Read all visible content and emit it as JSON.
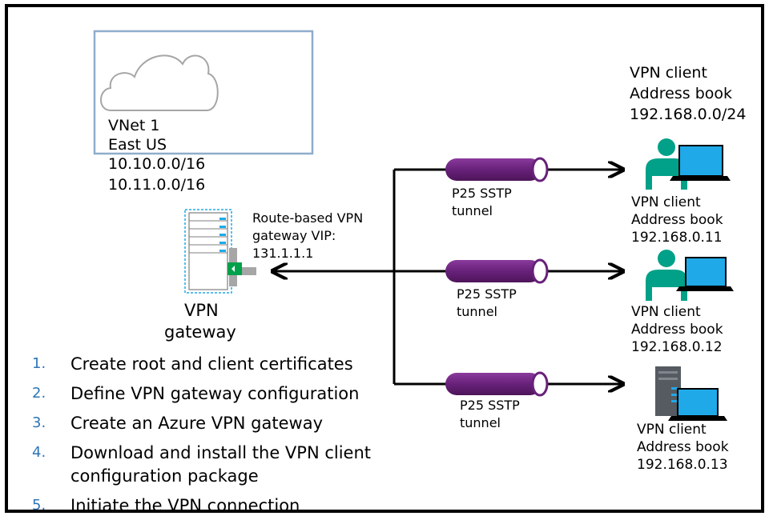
{
  "vnet": {
    "name": "VNet 1",
    "region": "East US",
    "prefixes": [
      "10.10.0.0/16",
      "10.11.0.0/16"
    ]
  },
  "gateway": {
    "label_line1": "VPN",
    "label_line2": "gateway",
    "vip_line1": "Route-based VPN",
    "vip_line2": "gateway VIP:",
    "vip_line3": "131.1.1.1"
  },
  "address_pool": {
    "line1": "VPN client",
    "line2": "Address book",
    "line3": "192.168.0.0/24"
  },
  "tunnels": [
    {
      "line1": "P25 SSTP",
      "line2": "tunnel"
    },
    {
      "line1": "P25 SSTP",
      "line2": "tunnel"
    },
    {
      "line1": "P25 SSTP",
      "line2": "tunnel"
    }
  ],
  "clients": [
    {
      "line1": "VPN client",
      "line2": "Address book",
      "line3": "192.168.0.11",
      "icon": "person-laptop-icon"
    },
    {
      "line1": "VPN client",
      "line2": "Address book",
      "line3": "192.168.0.12",
      "icon": "person-laptop-icon"
    },
    {
      "line1": "VPN client",
      "line2": "Address book",
      "line3": "192.168.0.13",
      "icon": "server-laptop-icon"
    }
  ],
  "steps": [
    {
      "num": "1.",
      "text": "Create root and client certificates"
    },
    {
      "num": "2.",
      "text": "Define VPN gateway configuration"
    },
    {
      "num": "3.",
      "text": "Create an Azure VPN gateway"
    },
    {
      "num": "4.",
      "text": "Download and install the VPN client",
      "text2": "configuration package"
    },
    {
      "num": "5.",
      "text": "Initiate the VPN connection"
    }
  ],
  "colors": {
    "tunnel": "#68217a",
    "client_person": "#00a188",
    "laptop_screen": "#1fa9e8",
    "vnet_border": "#8fadcc",
    "step_number": "#2e75b6",
    "gateway_port": "#00a14b"
  }
}
